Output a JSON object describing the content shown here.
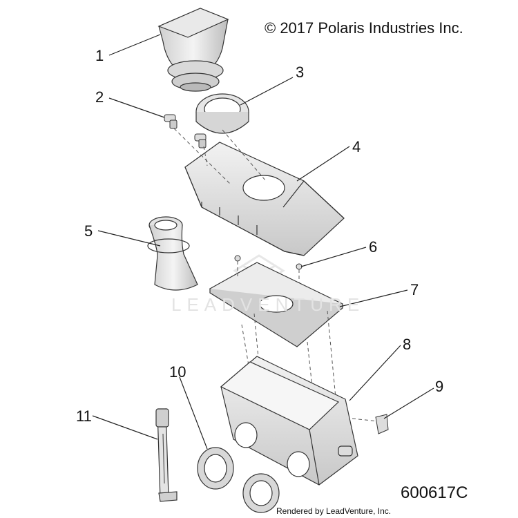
{
  "copyright": "© 2017 Polaris Industries Inc.",
  "diagram_id": "600617C",
  "rendered_by": "Rendered by LeadVenture, Inc.",
  "watermark": "LEADVENTURE",
  "callouts": [
    "1",
    "2",
    "3",
    "4",
    "5",
    "6",
    "7",
    "8",
    "9",
    "10",
    "11"
  ]
}
